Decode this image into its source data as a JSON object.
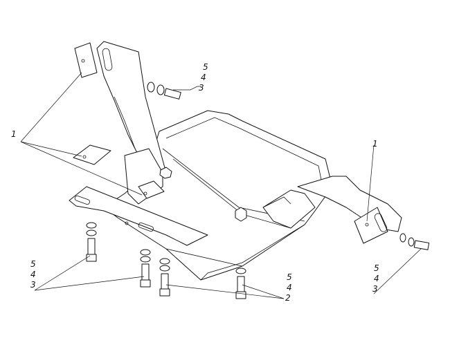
{
  "callouts": {
    "top_bolt": [
      "5",
      "4",
      "3"
    ],
    "left_bracket": "1",
    "right_bracket": "1",
    "bottom_left_bolts": [
      "5",
      "4",
      "3"
    ],
    "bottom_center_bolts": [
      "5",
      "4",
      "2"
    ],
    "right_bolt": [
      "5",
      "4",
      "3"
    ]
  },
  "colors": {
    "line": "#111111",
    "background": "#ffffff"
  }
}
